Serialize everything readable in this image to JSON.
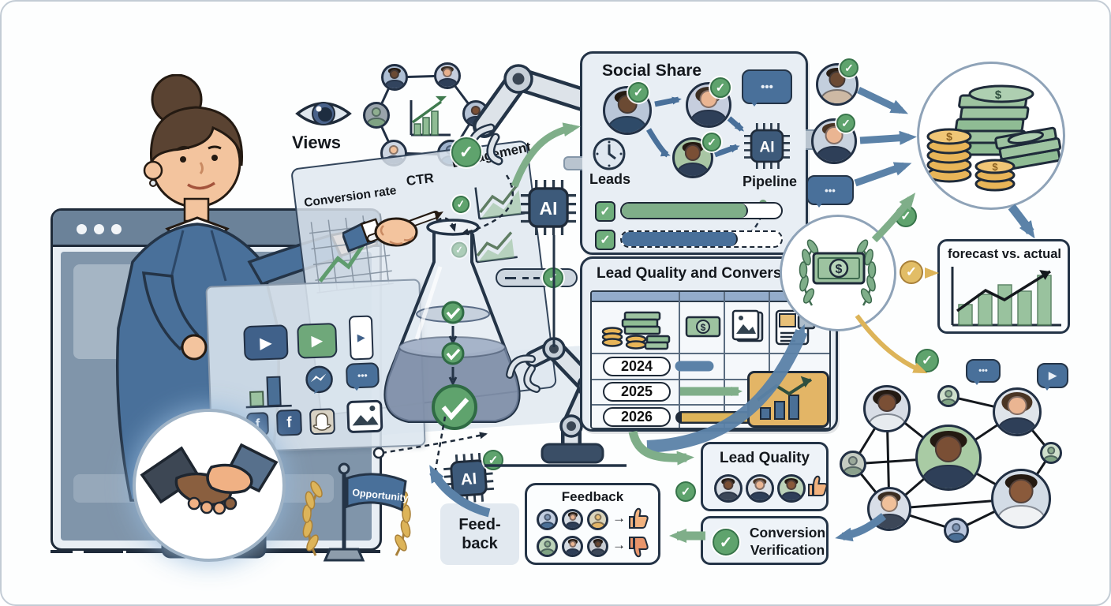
{
  "glyphs": {
    "check": "✓",
    "dots": "•••",
    "arrow_right": "→",
    "play": "▶",
    "dollar": "$",
    "facebook_f": "f"
  },
  "ai_chip_label": "AI",
  "left_scene": {
    "views_label": "Views",
    "opportunity_flag": "Opportunity"
  },
  "metrics_panel": {
    "label_conversion_rate": "Conversion rate",
    "label_ctr": "CTR",
    "label_engagement": "Engagement"
  },
  "social_share": {
    "title": "Social Share",
    "leads_label": "Leads",
    "pipeline_label": "Pipeline",
    "progress": [
      {
        "name": "green-progress",
        "percent": 78,
        "color": "#7fae89"
      },
      {
        "name": "blue-progress",
        "percent": 72,
        "color": "#49709a"
      }
    ]
  },
  "lead_quality_panel": {
    "title": "Lead Quality and Conversion",
    "years": [
      "2024",
      "2025",
      "2026"
    ],
    "column_icons": [
      "coins-and-cash",
      "dollar-bill",
      "photo-stack",
      "document"
    ]
  },
  "forecast_panel": {
    "title": "forecast vs. actual",
    "chart_type": "bar",
    "bar_values": [
      35,
      52,
      68,
      58,
      84
    ],
    "trend": "rising"
  },
  "lead_quality_box": {
    "title": "Lead Quality"
  },
  "conversion_box": {
    "line1": "Conversion",
    "line2": "Verification"
  },
  "feedback_box": {
    "title": "Feedback"
  },
  "feedback_note": {
    "line1": "Feed-",
    "line2": "back"
  },
  "colors": {
    "ink": "#243447",
    "blue": "#49709a",
    "steel": "#5b82a8",
    "green": "#7fae89",
    "check_green": "#5fa36d",
    "gold": "#ddb459",
    "panel": "#e8eef4",
    "cash": "#9dc3a0",
    "coin": "#e8b558"
  }
}
